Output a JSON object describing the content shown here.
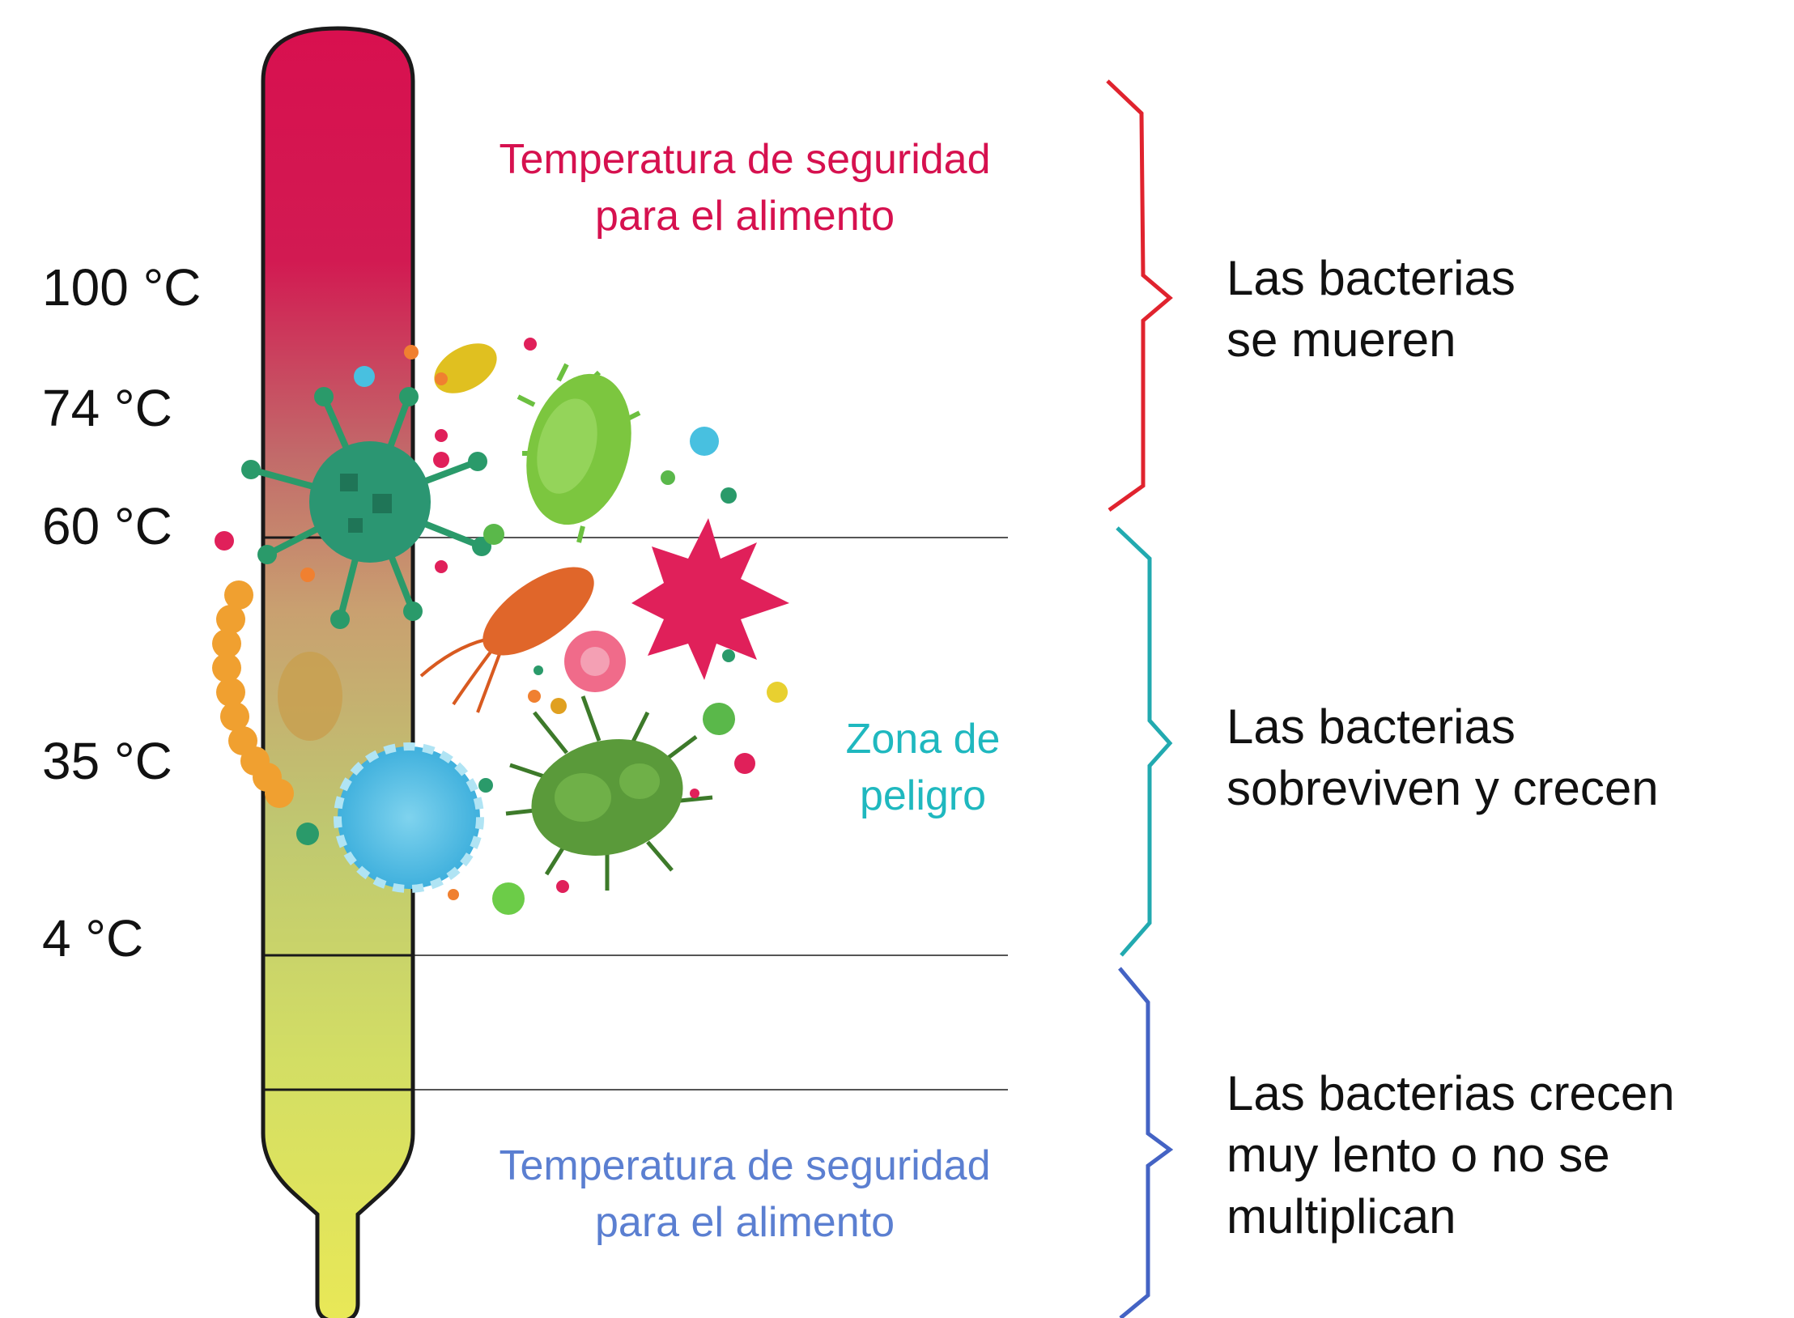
{
  "temperature_scale": [
    {
      "value": "100 °C"
    },
    {
      "value": "74 °C"
    },
    {
      "value": "60 °C"
    },
    {
      "value": "35 °C"
    },
    {
      "value": "4 °C"
    }
  ],
  "zones": {
    "upper_safe": {
      "line1": "Temperatura de seguridad",
      "line2": "para el alimento"
    },
    "danger": {
      "line1": "Zona de",
      "line2": "peligro"
    },
    "lower_safe": {
      "line1": "Temperatura de seguridad",
      "line2": "para el alimento"
    }
  },
  "outcomes": {
    "upper": {
      "line1": "Las bacterias",
      "line2": "se mueren"
    },
    "middle": {
      "line1": "Las bacterias",
      "line2": "sobreviven y crecen"
    },
    "lower": {
      "line1": "Las bacterias crecen",
      "line2": "muy lento o no se",
      "line3": "multiplican"
    }
  },
  "colors": {
    "hot": "#d6114f",
    "danger": "#1fb8bf",
    "cold_safe": "#5b7fd1",
    "thermometer_top": "#d8104f",
    "thermometer_mid": "#b8b870",
    "thermometer_bottom": "#e8e85a"
  },
  "icons": [
    "thermometer-icon",
    "bacteria-cluster-icon",
    "virus-icon",
    "bacillus-icon",
    "brace-icon"
  ]
}
